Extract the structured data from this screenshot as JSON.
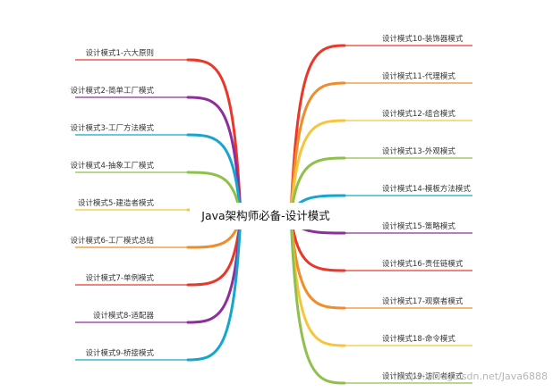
{
  "root": {
    "label": "Java架构师必备-设计模式"
  },
  "left_branches": [
    {
      "label": "设计模式1-六大原则",
      "color": "#e9372a"
    },
    {
      "label": "设计模式2-简单工厂模式",
      "color": "#8e2d9c"
    },
    {
      "label": "设计模式3-工厂方法模式",
      "color": "#14a6cf"
    },
    {
      "label": "设计模式4-抽象工厂模式",
      "color": "#8fc04a"
    },
    {
      "label": "设计模式5-建造者模式",
      "color": "#f7c53c"
    },
    {
      "label": "设计模式6-工厂模式总结",
      "color": "#f08c2a"
    },
    {
      "label": "设计模式7-单例模式",
      "color": "#e9372a"
    },
    {
      "label": "设计模式8-适配器",
      "color": "#8e2d9c"
    },
    {
      "label": "设计模式9-桥接模式",
      "color": "#14a6cf"
    }
  ],
  "right_branches": [
    {
      "label": "设计模式10-装饰器模式",
      "color": "#e9372a"
    },
    {
      "label": "设计模式11-代理模式",
      "color": "#f08c2a"
    },
    {
      "label": "设计模式12-组合模式",
      "color": "#f7c53c"
    },
    {
      "label": "设计模式13-外观模式",
      "color": "#8fc04a"
    },
    {
      "label": "设计模式14-模板方法模式",
      "color": "#14a6cf"
    },
    {
      "label": "设计模式15-策略模式",
      "color": "#8e2d9c"
    },
    {
      "label": "设计模式16-责任链模式",
      "color": "#e9372a"
    },
    {
      "label": "设计模式17-观察者模式",
      "color": "#f08c2a"
    },
    {
      "label": "设计模式18-命令模式",
      "color": "#f7c53c"
    },
    {
      "label": "设计模式19-访问者模式",
      "color": "#8fc04a"
    }
  ],
  "watermark": "https://blog.csdn.net/Java6888"
}
